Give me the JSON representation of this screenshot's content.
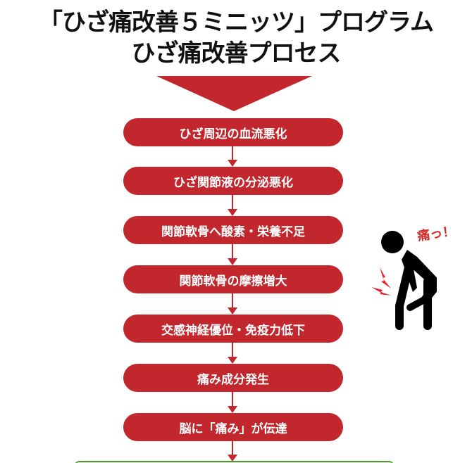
{
  "title_line1": "「ひざ痛改善５ミニッツ」プログラム",
  "title_line2": "ひざ痛改善プロセス",
  "steps": [
    "ひざ周辺の血流悪化",
    "ひざ関節液の分泌悪化",
    "関節軟骨へ酸素・栄養不足",
    "関節軟骨の摩擦増大",
    "交感神経優位・免疫力低下",
    "痛み成分発生",
    "脳に「痛み」が伝達"
  ],
  "illustration_caption": "痛っ！",
  "colors": {
    "accent": "#c1272d",
    "pain": "#e8222a",
    "green": "#4a9a2a"
  }
}
